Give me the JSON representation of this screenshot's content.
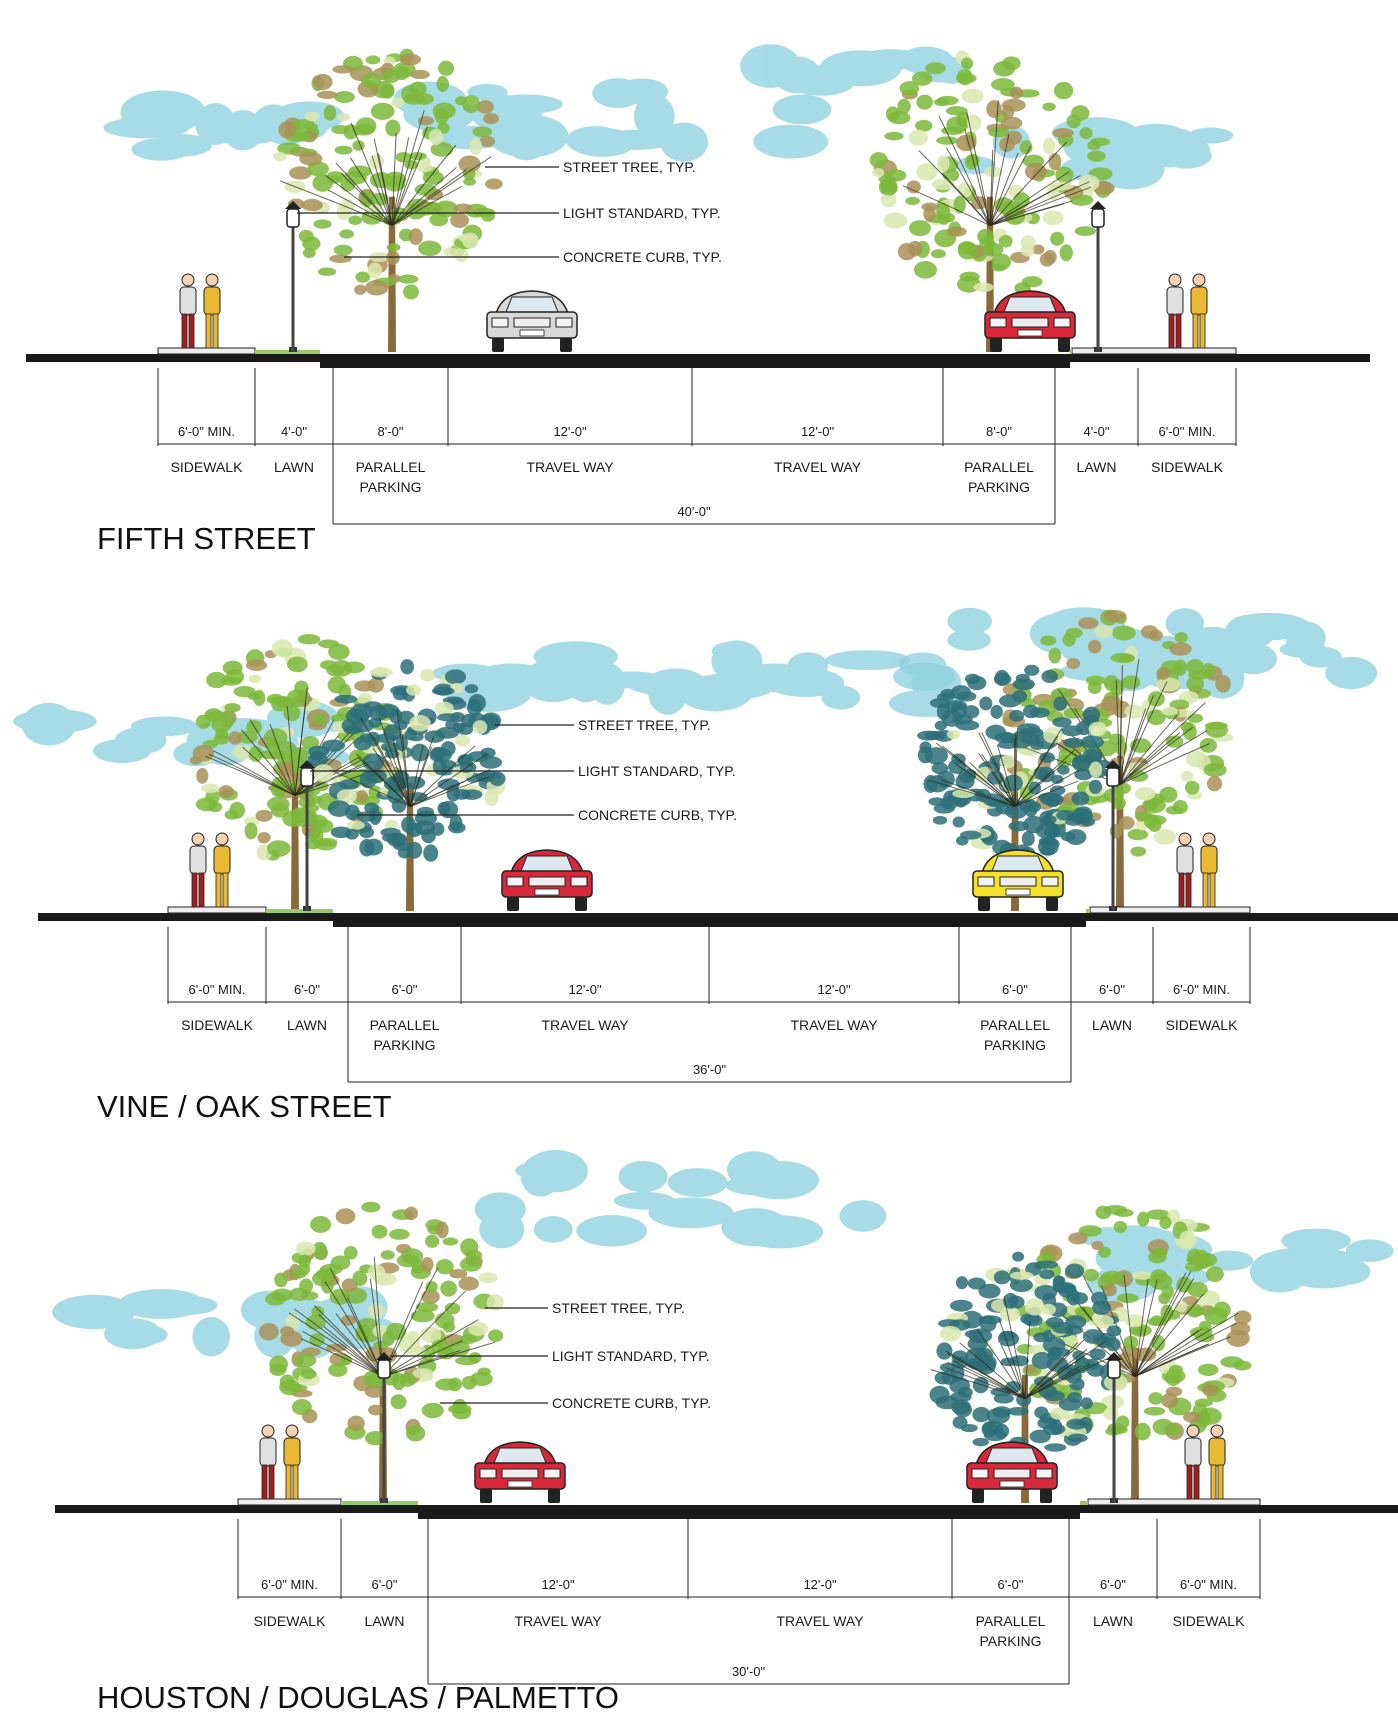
{
  "sections": [
    {
      "title": "FIFTH STREET",
      "callouts": [
        "STREET TREE, TYP.",
        "LIGHT STANDARD, TYP.",
        "CONCRETE CURB, TYP."
      ],
      "dimensions": [
        "6'-0\" MIN.",
        "4'-0\"",
        "8'-0\"",
        "12'-0\"",
        "12'-0\"",
        "8'-0\"",
        "4'-0\"",
        "6'-0\" MIN."
      ],
      "labels": [
        [
          "SIDEWALK"
        ],
        [
          "LAWN"
        ],
        [
          "PARALLEL",
          "PARKING"
        ],
        [
          "TRAVEL WAY"
        ],
        [
          "TRAVEL WAY"
        ],
        [
          "PARALLEL",
          "PARKING"
        ],
        [
          "LAWN"
        ],
        [
          "SIDEWALK"
        ]
      ],
      "total": "40'-0\"",
      "left_car_color": "#d8d8d8",
      "right_car_color": "#d8283a"
    },
    {
      "title": "VINE / OAK STREET",
      "callouts": [
        "STREET TREE, TYP.",
        "LIGHT STANDARD, TYP.",
        "CONCRETE CURB, TYP."
      ],
      "dimensions": [
        "6'-0\" MIN.",
        "6'-0\"",
        "6'-0\"",
        "12'-0\"",
        "12'-0\"",
        "6'-0\"",
        "6'-0\"",
        "6'-0\" MIN."
      ],
      "labels": [
        [
          "SIDEWALK"
        ],
        [
          "LAWN"
        ],
        [
          "PARALLEL",
          "PARKING"
        ],
        [
          "TRAVEL WAY"
        ],
        [
          "TRAVEL WAY"
        ],
        [
          "PARALLEL",
          "PARKING"
        ],
        [
          "LAWN"
        ],
        [
          "SIDEWALK"
        ]
      ],
      "total": "36'-0\"",
      "left_car_color": "#d8283a",
      "right_car_color": "#f2e02a"
    },
    {
      "title": "HOUSTON / DOUGLAS / PALMETTO",
      "callouts": [
        "STREET TREE, TYP.",
        "LIGHT STANDARD, TYP.",
        "CONCRETE CURB, TYP."
      ],
      "dimensions": [
        "6'-0\" MIN.",
        "6'-0\"",
        "12'-0\"",
        "12'-0\"",
        "6'-0\"",
        "6'-0\"",
        "6'-0\" MIN."
      ],
      "labels": [
        [
          "SIDEWALK"
        ],
        [
          "LAWN"
        ],
        [
          "TRAVEL WAY"
        ],
        [
          "TRAVEL WAY"
        ],
        [
          "PARALLEL",
          "PARKING"
        ],
        [
          "LAWN"
        ],
        [
          "SIDEWALK"
        ]
      ],
      "total": "30'-0\"",
      "left_car_color": "#d8283a",
      "right_car_color": "#d8283a"
    }
  ],
  "colors": {
    "sky": "#8fd2df",
    "tree_green": "#7cb83a",
    "tree_brown": "#a99257",
    "tree_teal": "#2d6e78",
    "trunk": "#8a6a3a",
    "ground": "#1a1a1a",
    "lawn": "#9bc86a"
  }
}
